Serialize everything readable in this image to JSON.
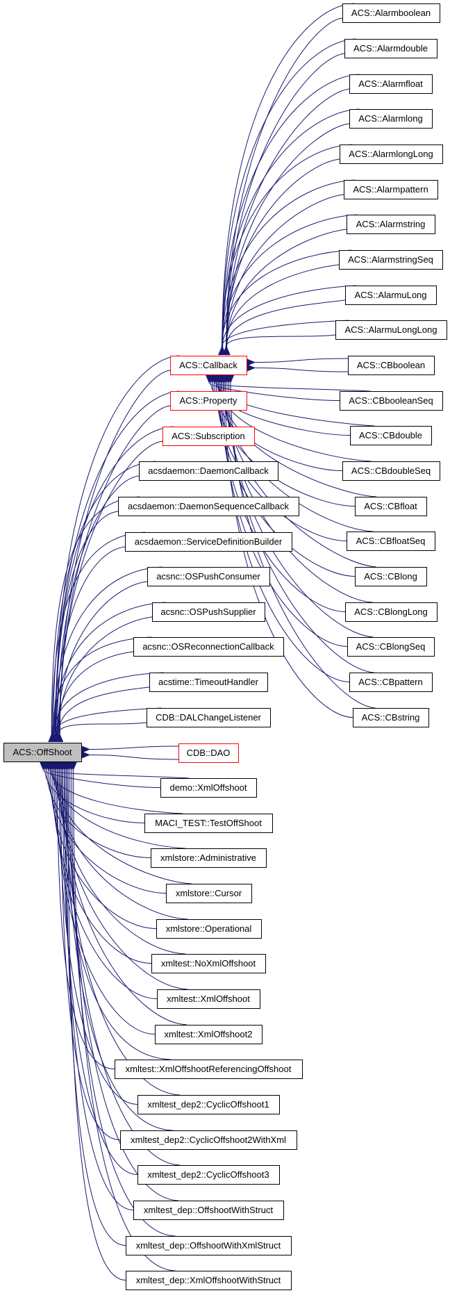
{
  "title": "ACS::OffShoot inheritance graph",
  "colors": {
    "edge": "#191970",
    "node_border": "#000000",
    "node_border_truncated": "#ff0000",
    "root_fill": "#bfbfbf",
    "node_fill": "#ffffff"
  },
  "root": {
    "id": "offshoot",
    "label": "ACS::OffShoot"
  },
  "nodes": [
    {
      "id": "callback",
      "label": "ACS::Callback",
      "parent": "offshoot",
      "truncated": true
    },
    {
      "id": "property",
      "label": "ACS::Property",
      "parent": "offshoot",
      "truncated": true
    },
    {
      "id": "subscription",
      "label": "ACS::Subscription",
      "parent": "offshoot",
      "truncated": true
    },
    {
      "id": "daemoncallback",
      "label": "acsdaemon::DaemonCallback",
      "parent": "offshoot"
    },
    {
      "id": "daemonseqcallback",
      "label": "acsdaemon::DaemonSequenceCallback",
      "parent": "offshoot"
    },
    {
      "id": "servicedefbuilder",
      "label": "acsdaemon::ServiceDefinitionBuilder",
      "parent": "offshoot"
    },
    {
      "id": "ospushconsumer",
      "label": "acsnc::OSPushConsumer",
      "parent": "offshoot"
    },
    {
      "id": "ospushsupplier",
      "label": "acsnc::OSPushSupplier",
      "parent": "offshoot"
    },
    {
      "id": "osreconnection",
      "label": "acsnc::OSReconnectionCallback",
      "parent": "offshoot"
    },
    {
      "id": "timeouthandler",
      "label": "acstime::TimeoutHandler",
      "parent": "offshoot"
    },
    {
      "id": "dalchangelistener",
      "label": "CDB::DALChangeListener",
      "parent": "offshoot"
    },
    {
      "id": "cdbdao",
      "label": "CDB::DAO",
      "parent": "offshoot",
      "truncated": true
    },
    {
      "id": "demoxml",
      "label": "demo::XmlOffshoot",
      "parent": "offshoot"
    },
    {
      "id": "macitest",
      "label": "MACI_TEST::TestOffShoot",
      "parent": "offshoot"
    },
    {
      "id": "administrative",
      "label": "xmlstore::Administrative",
      "parent": "offshoot"
    },
    {
      "id": "cursor",
      "label": "xmlstore::Cursor",
      "parent": "offshoot"
    },
    {
      "id": "operational",
      "label": "xmlstore::Operational",
      "parent": "offshoot"
    },
    {
      "id": "noxml",
      "label": "xmltest::NoXmlOffshoot",
      "parent": "offshoot"
    },
    {
      "id": "xmloffshoot",
      "label": "xmltest::XmlOffshoot",
      "parent": "offshoot"
    },
    {
      "id": "xmloffshoot2",
      "label": "xmltest::XmlOffshoot2",
      "parent": "offshoot"
    },
    {
      "id": "xmlref",
      "label": "xmltest::XmlOffshootReferencingOffshoot",
      "parent": "offshoot"
    },
    {
      "id": "cyclic1",
      "label": "xmltest_dep2::CyclicOffshoot1",
      "parent": "offshoot"
    },
    {
      "id": "cyclic2",
      "label": "xmltest_dep2::CyclicOffshoot2WithXml",
      "parent": "offshoot"
    },
    {
      "id": "cyclic3",
      "label": "xmltest_dep2::CyclicOffshoot3",
      "parent": "offshoot"
    },
    {
      "id": "withstruct",
      "label": "xmltest_dep::OffshootWithStruct",
      "parent": "offshoot"
    },
    {
      "id": "withxmlstruct",
      "label": "xmltest_dep::OffshootWithXmlStruct",
      "parent": "offshoot"
    },
    {
      "id": "xmlwithstruct",
      "label": "xmltest_dep::XmlOffshootWithStruct",
      "parent": "offshoot"
    },
    {
      "id": "alarmboolean",
      "label": "ACS::Alarmboolean",
      "parent": "callback"
    },
    {
      "id": "alarmdouble",
      "label": "ACS::Alarmdouble",
      "parent": "callback"
    },
    {
      "id": "alarmfloat",
      "label": "ACS::Alarmfloat",
      "parent": "callback"
    },
    {
      "id": "alarmlong",
      "label": "ACS::Alarmlong",
      "parent": "callback"
    },
    {
      "id": "alarmlonglong",
      "label": "ACS::AlarmlongLong",
      "parent": "callback"
    },
    {
      "id": "alarmpattern",
      "label": "ACS::Alarmpattern",
      "parent": "callback"
    },
    {
      "id": "alarmstring",
      "label": "ACS::Alarmstring",
      "parent": "callback"
    },
    {
      "id": "alarmstringseq",
      "label": "ACS::AlarmstringSeq",
      "parent": "callback"
    },
    {
      "id": "alarmulong",
      "label": "ACS::AlarmuLong",
      "parent": "callback"
    },
    {
      "id": "alarmulonglong",
      "label": "ACS::AlarmuLongLong",
      "parent": "callback"
    },
    {
      "id": "cbboolean",
      "label": "ACS::CBboolean",
      "parent": "callback"
    },
    {
      "id": "cbbooleanseq",
      "label": "ACS::CBbooleanSeq",
      "parent": "callback"
    },
    {
      "id": "cbdouble",
      "label": "ACS::CBdouble",
      "parent": "callback"
    },
    {
      "id": "cbdoubleseq",
      "label": "ACS::CBdoubleSeq",
      "parent": "callback"
    },
    {
      "id": "cbfloat",
      "label": "ACS::CBfloat",
      "parent": "callback"
    },
    {
      "id": "cbfloatseq",
      "label": "ACS::CBfloatSeq",
      "parent": "callback"
    },
    {
      "id": "cblong",
      "label": "ACS::CBlong",
      "parent": "callback"
    },
    {
      "id": "cblonglong",
      "label": "ACS::CBlongLong",
      "parent": "callback"
    },
    {
      "id": "cblongseq",
      "label": "ACS::CBlongSeq",
      "parent": "callback"
    },
    {
      "id": "cbpattern",
      "label": "ACS::CBpattern",
      "parent": "callback"
    },
    {
      "id": "cbstring",
      "label": "ACS::CBstring",
      "parent": "callback"
    }
  ]
}
